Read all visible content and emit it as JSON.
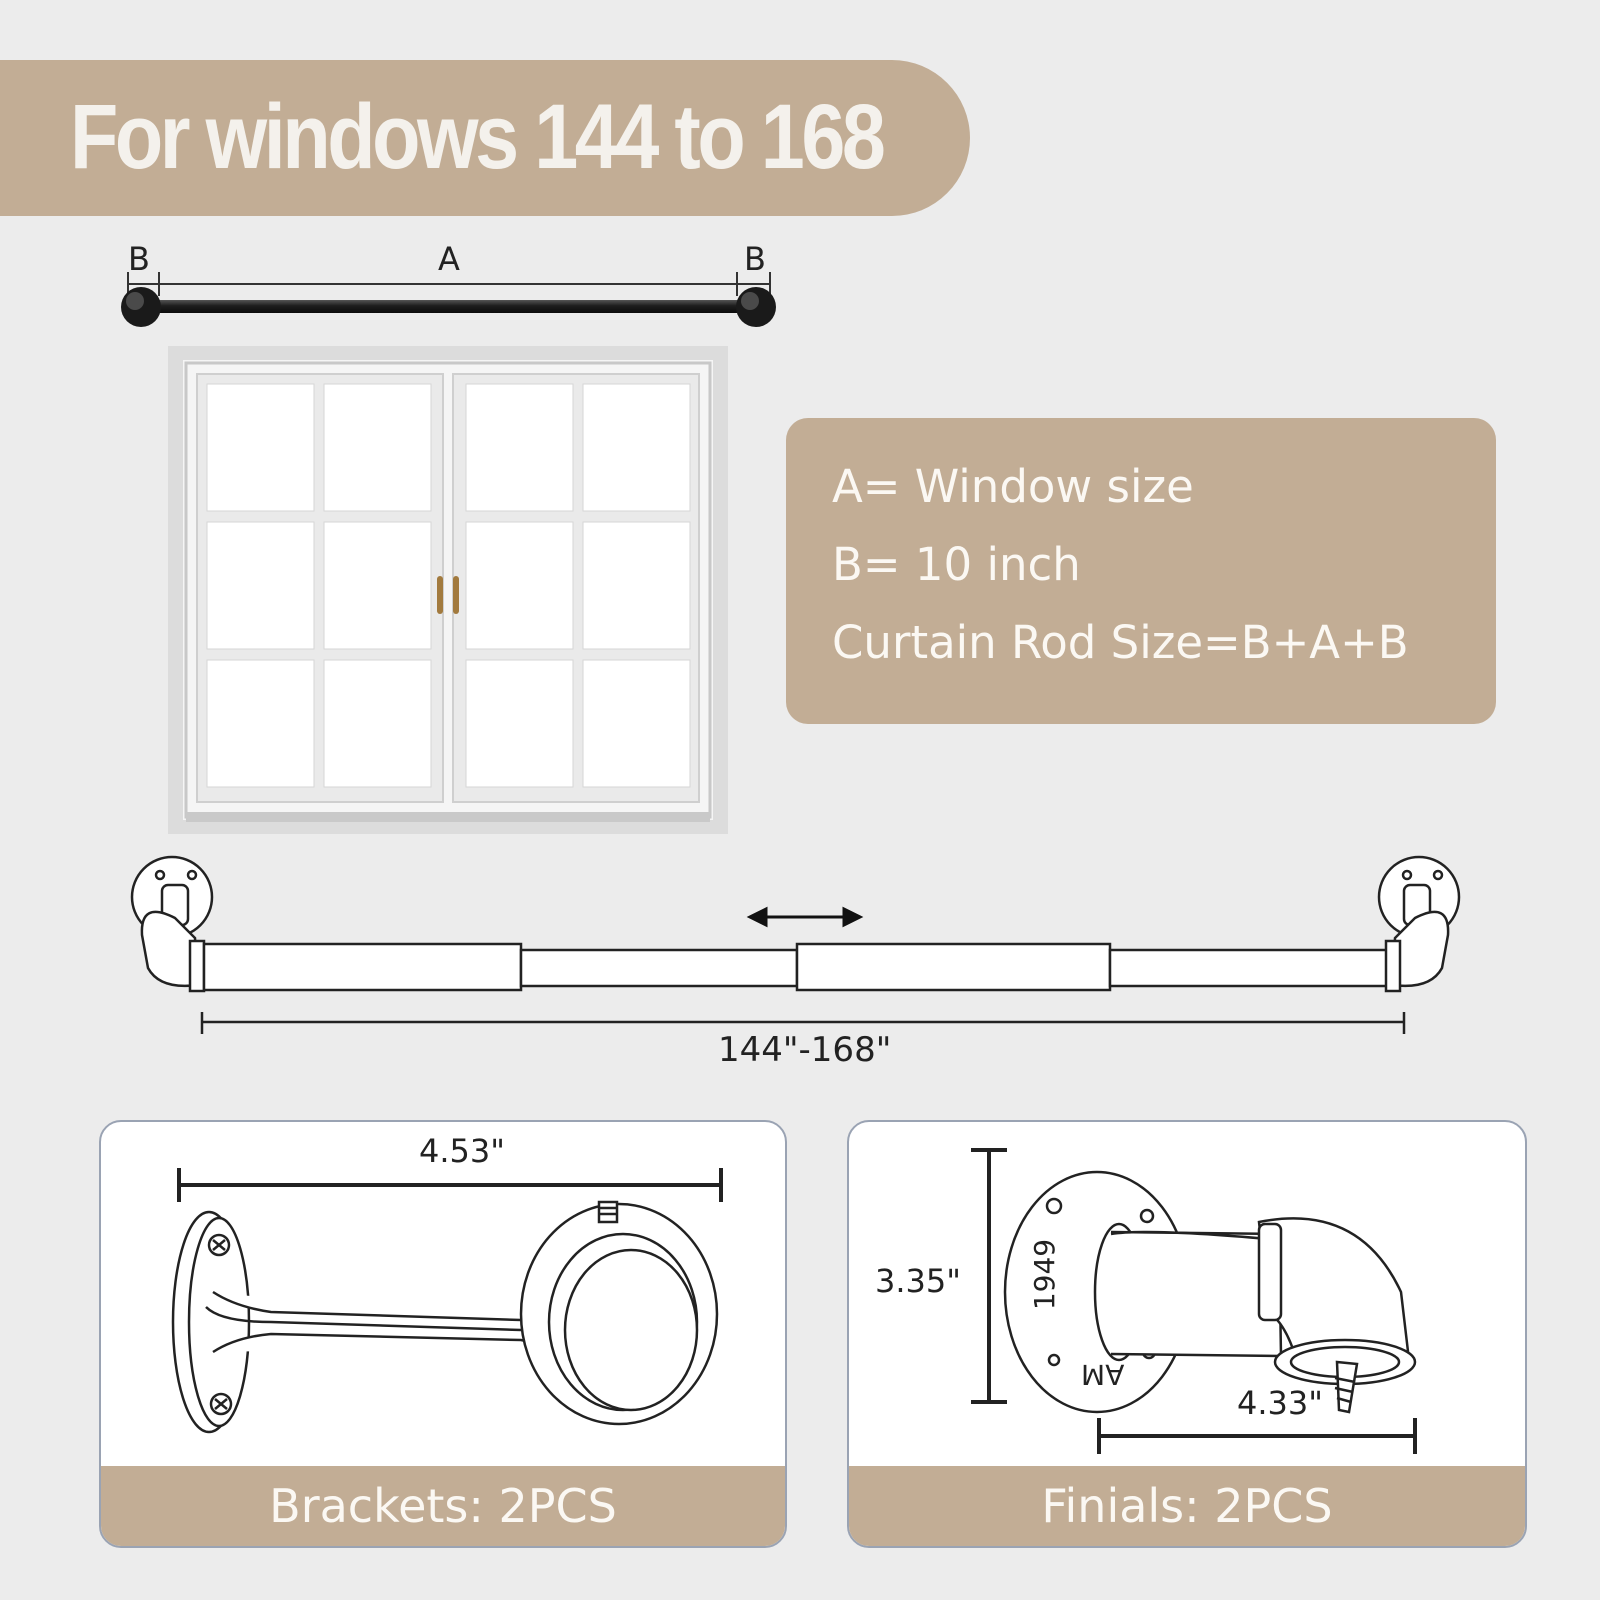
{
  "banner": {
    "title": "For windows 144 to 168"
  },
  "top_rod": {
    "label_left": "B",
    "label_middle": "A",
    "label_right": "B"
  },
  "info": {
    "line1": "A= Window size",
    "line2": "B= 10 inch",
    "line3": "Curtain Rod Size=B+A+B"
  },
  "rod_length": "144\"-168\"",
  "bracket_panel": {
    "width_label": "4.53\"",
    "caption": "Brackets: 2PCS"
  },
  "finial_panel": {
    "height_label": "3.35\"",
    "depth_label": "4.33\"",
    "plate_text_1": "1949",
    "plate_text_2": "AM",
    "caption": "Finials: 2PCS"
  },
  "colors": {
    "accent": "#c2ad95",
    "background": "#ececec",
    "text_light": "#fbf8f3"
  }
}
